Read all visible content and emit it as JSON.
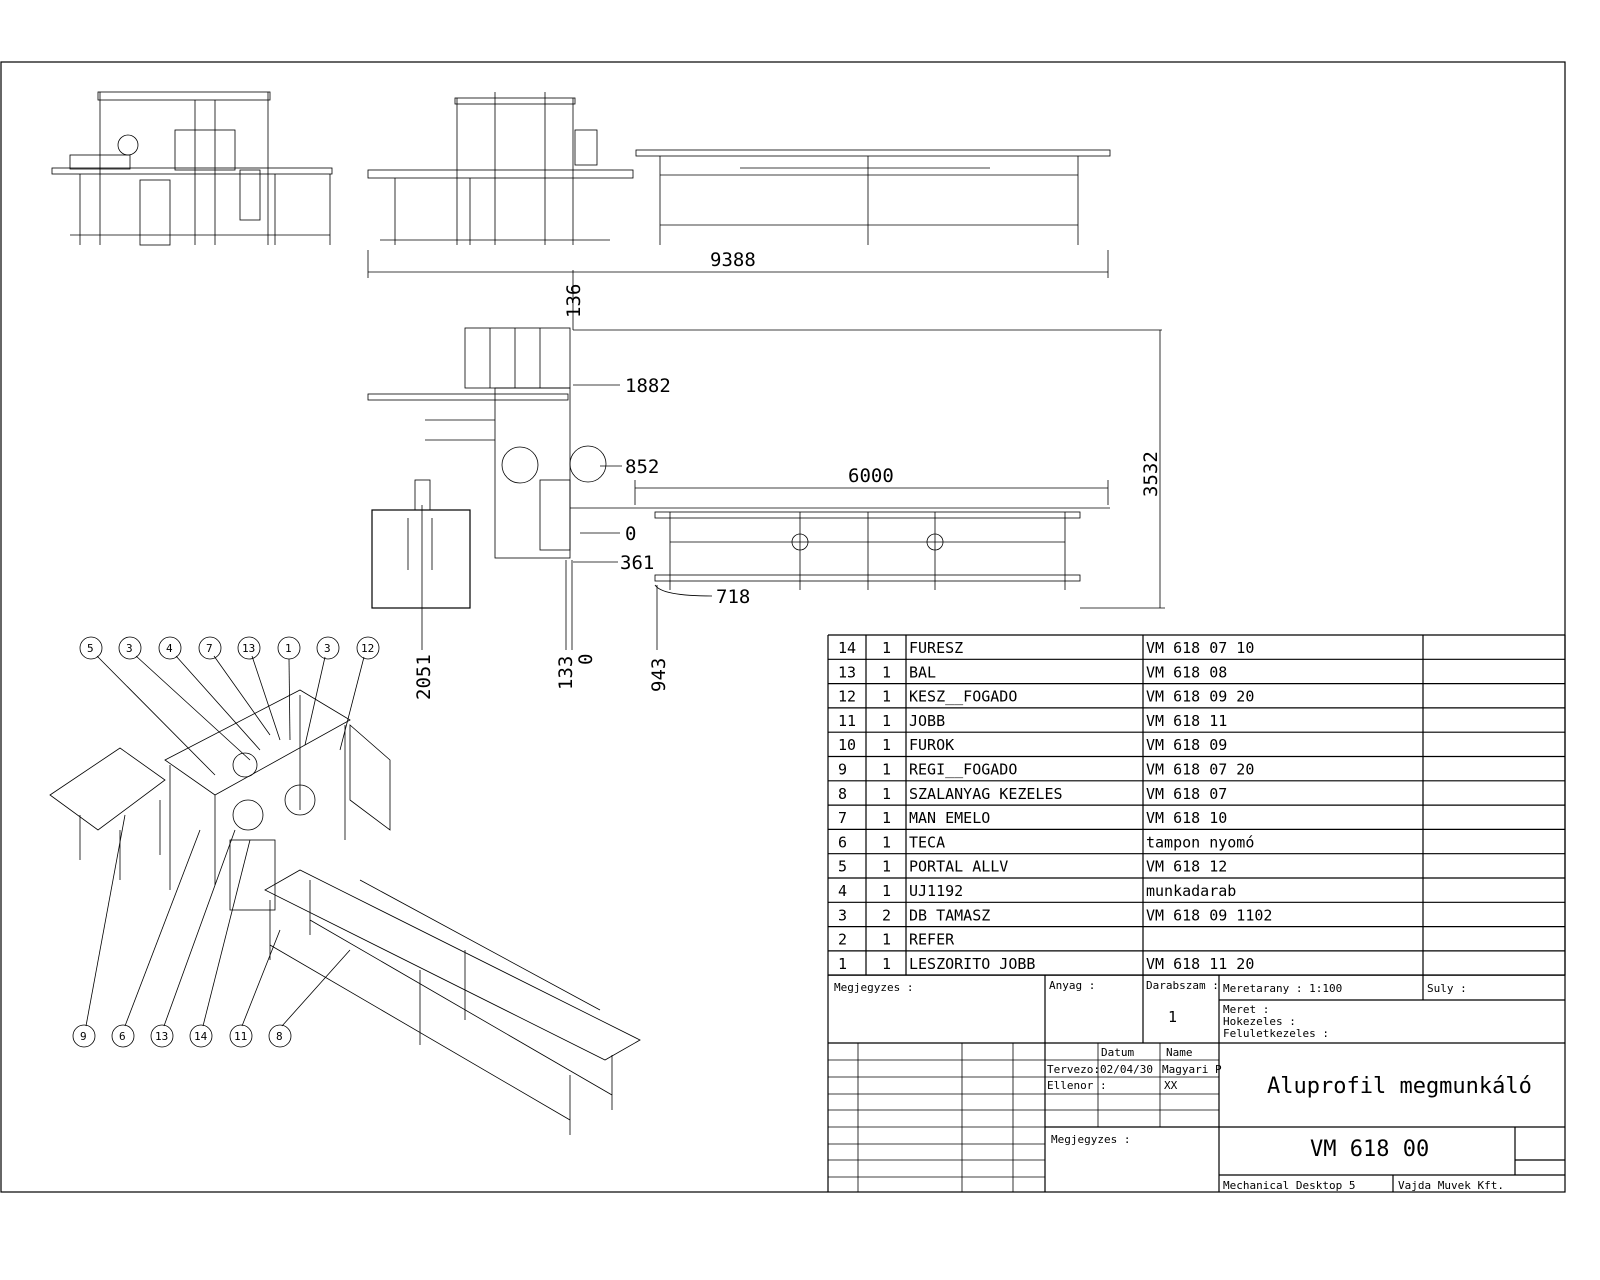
{
  "dimensions": {
    "overall_length": "9388",
    "top_offset": "136",
    "level_1882": "1882",
    "level_852": "852",
    "conveyor_length": "6000",
    "overall_width": "3532",
    "level_0_right": "0",
    "level_361": "361",
    "level_718": "718",
    "depth_2051": "2051",
    "depth_133": "133",
    "depth_0": "0",
    "depth_943": "943"
  },
  "balloons_top": [
    "5",
    "3",
    "4",
    "7",
    "13",
    "1",
    "3",
    "12"
  ],
  "balloons_bottom": [
    "9",
    "6",
    "13",
    "14",
    "11",
    "8"
  ],
  "parts_list": [
    {
      "pos": "14",
      "qty": "1",
      "name": "FURESZ",
      "drawing_no": "VM 618 07 10"
    },
    {
      "pos": "13",
      "qty": "1",
      "name": "BAL",
      "drawing_no": "VM 618 08"
    },
    {
      "pos": "12",
      "qty": "1",
      "name": "KESZ__FOGADO",
      "drawing_no": "VM 618 09 20"
    },
    {
      "pos": "11",
      "qty": "1",
      "name": "JOBB",
      "drawing_no": "VM 618 11"
    },
    {
      "pos": "10",
      "qty": "1",
      "name": "FUROK",
      "drawing_no": "VM 618 09"
    },
    {
      "pos": "9",
      "qty": "1",
      "name": "REGI__FOGADO",
      "drawing_no": "VM 618 07 20"
    },
    {
      "pos": "8",
      "qty": "1",
      "name": "SZALANYAG KEZELES",
      "drawing_no": "VM 618 07"
    },
    {
      "pos": "7",
      "qty": "1",
      "name": "MAN EMELO",
      "drawing_no": "VM 618 10"
    },
    {
      "pos": "6",
      "qty": "1",
      "name": "TECA",
      "drawing_no": "tampon nyomó"
    },
    {
      "pos": "5",
      "qty": "1",
      "name": "PORTAL ALLV",
      "drawing_no": "VM 618 12"
    },
    {
      "pos": "4",
      "qty": "1",
      "name": "UJ1192",
      "drawing_no": "munkadarab"
    },
    {
      "pos": "3",
      "qty": "2",
      "name": "DB TAMASZ",
      "drawing_no": "VM 618 09 1102"
    },
    {
      "pos": "2",
      "qty": "1",
      "name": "REFER",
      "drawing_no": ""
    },
    {
      "pos": "1",
      "qty": "1",
      "name": "LESZORITO JOBB",
      "drawing_no": "VM 618 11 20"
    }
  ],
  "title_block": {
    "megjegyzes_label": "Megjegyzes :",
    "anyag_label": "Anyag :",
    "darabszam_label": "Darabszam :",
    "darabszam_value": "1",
    "meretarany": "Meretarany : 1:100",
    "suly_label": "Suly :",
    "meret_label": "Meret :",
    "hokezeles_label": "Hokezeles :",
    "feluletkezeles_label": "Feluletkezeles :",
    "datum_header": "Datum",
    "name_header": "Name",
    "tervezo_label": "Tervezo:",
    "tervezo_date": "02/04/30",
    "tervezo_name": "Magyari P",
    "ellenor_label": "Ellenor :",
    "ellenor_name": "XX",
    "megjegyzes2_label": "Megjegyzes :",
    "title": "Aluprofil megmunkáló",
    "drawing_number": "VM 618 00",
    "software": "Mechanical Desktop 5",
    "company": "Vajda Muvek Kft."
  }
}
